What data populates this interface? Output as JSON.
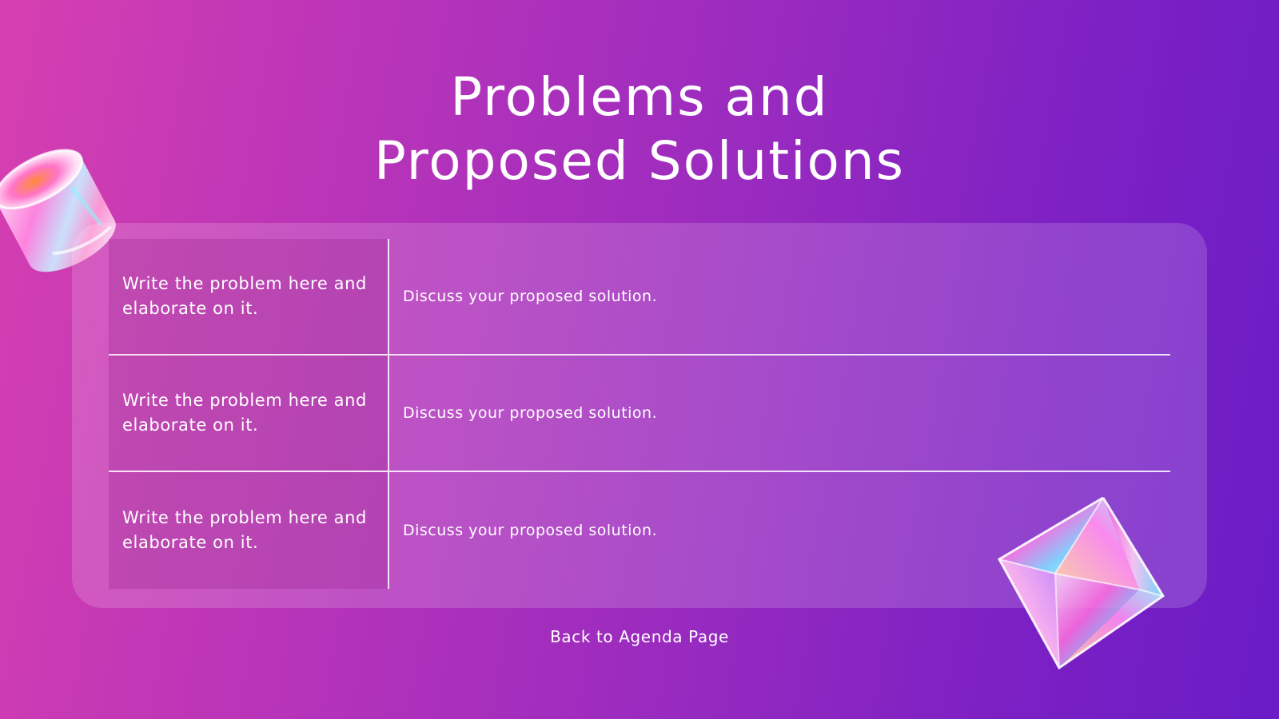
{
  "slide": {
    "title_line1": "Problems and",
    "title_line2": "Proposed Solutions",
    "rows": [
      {
        "problem": "Write the problem here and elaborate on it.",
        "solution": "Discuss your proposed solution."
      },
      {
        "problem": "Write the problem here and elaborate on it.",
        "solution": "Discuss your proposed solution."
      },
      {
        "problem": "Write the problem here and elaborate on it.",
        "solution": "Discuss your proposed solution."
      }
    ],
    "back_link": "Back to Agenda Page"
  },
  "colors": {
    "background_start": "#d63fb0",
    "background_end": "#6a1cc6",
    "text": "#ffffff"
  },
  "icons": {
    "top_left": "iridescent-cylinder-icon",
    "bottom_right": "iridescent-octahedron-icon"
  }
}
